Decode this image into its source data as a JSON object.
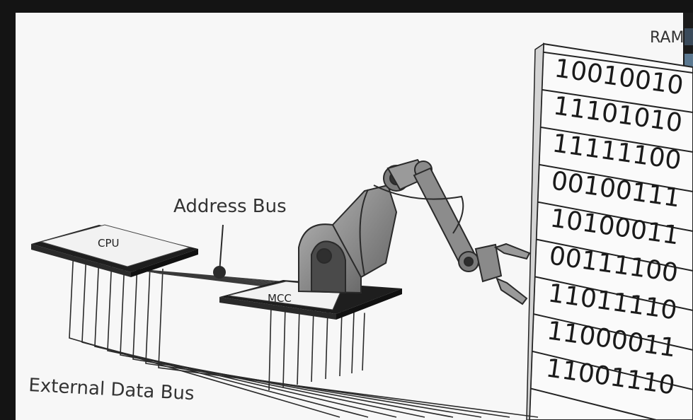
{
  "diagram": {
    "labels": {
      "address_bus": "Address Bus",
      "external_data_bus": "External Data Bus",
      "ram": "RAM"
    },
    "chips": {
      "cpu": "CPU",
      "mcc": "MCC"
    },
    "ram_rows": [
      "10010010",
      "11101010",
      "11111100",
      "00100111",
      "10100011",
      "00111100",
      "11011110",
      "11000011",
      "11001110"
    ]
  },
  "colors": {
    "frame": "#141414",
    "paper": "#f7f7f7",
    "ink": "#222222",
    "robot_gray": "#8a8a8a",
    "ram_side": "#cfcfcf"
  }
}
